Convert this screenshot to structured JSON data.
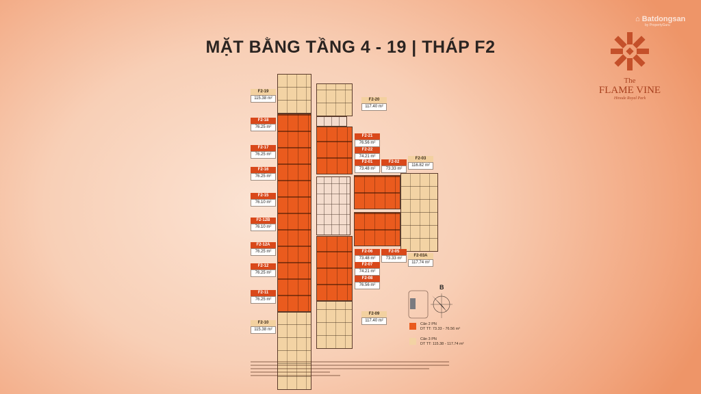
{
  "title": "MẶT BẰNG TẦNG 4 - 19 | THÁP F2",
  "brand": {
    "name_the": "The",
    "name": "FLAME VINE",
    "sub": "Hinode Royal Park",
    "watermark": "Batdongsan",
    "watermark_sub": "by PropertyGuru"
  },
  "compass_label": "B",
  "units": [
    {
      "code": "F2-19",
      "area": "115.38 m²",
      "type": "3pn"
    },
    {
      "code": "F2-18",
      "area": "76.25 m²",
      "type": "2pn"
    },
    {
      "code": "F2-17",
      "area": "76.25 m²",
      "type": "2pn"
    },
    {
      "code": "F2-16",
      "area": "76.25 m²",
      "type": "2pn"
    },
    {
      "code": "F2-15",
      "area": "76.10 m²",
      "type": "2pn"
    },
    {
      "code": "F2-12B",
      "area": "76.10 m²",
      "type": "2pn"
    },
    {
      "code": "F2-12A",
      "area": "76.25 m²",
      "type": "2pn"
    },
    {
      "code": "F2-12",
      "area": "76.25 m²",
      "type": "2pn"
    },
    {
      "code": "F2-11",
      "area": "76.25 m²",
      "type": "2pn"
    },
    {
      "code": "F2-10",
      "area": "115.38 m²",
      "type": "3pn"
    },
    {
      "code": "F2-20",
      "area": "117.40 m²",
      "type": "3pn"
    },
    {
      "code": "F2-21",
      "area": "76.56 m²",
      "type": "2pn"
    },
    {
      "code": "F2-22",
      "area": "74.21 m²",
      "type": "2pn"
    },
    {
      "code": "F2-01",
      "area": "73.48 m²",
      "type": "2pn"
    },
    {
      "code": "F2-02",
      "area": "73.33 m²",
      "type": "2pn"
    },
    {
      "code": "F2-03",
      "area": "116.82 m²",
      "type": "3pn"
    },
    {
      "code": "F2-06",
      "area": "73.48 m²",
      "type": "2pn"
    },
    {
      "code": "F2-05",
      "area": "73.33 m²",
      "type": "2pn"
    },
    {
      "code": "F2-03A",
      "area": "117.74 m²",
      "type": "3pn"
    },
    {
      "code": "F2-07",
      "area": "74.21 m²",
      "type": "2pn"
    },
    {
      "code": "F2-08",
      "area": "76.56 m²",
      "type": "2pn"
    },
    {
      "code": "F2-09",
      "area": "117.40 m²",
      "type": "3pn"
    }
  ],
  "legend": [
    {
      "name": "Căn 2 PN",
      "range": "DT TT: 73.33 - 76.56 m²",
      "color": "#ea5b1e"
    },
    {
      "name": "Căn 3 PN",
      "range": "DT TT: 115.38 - 117.74 m²",
      "color": "#f3d3a4"
    }
  ]
}
